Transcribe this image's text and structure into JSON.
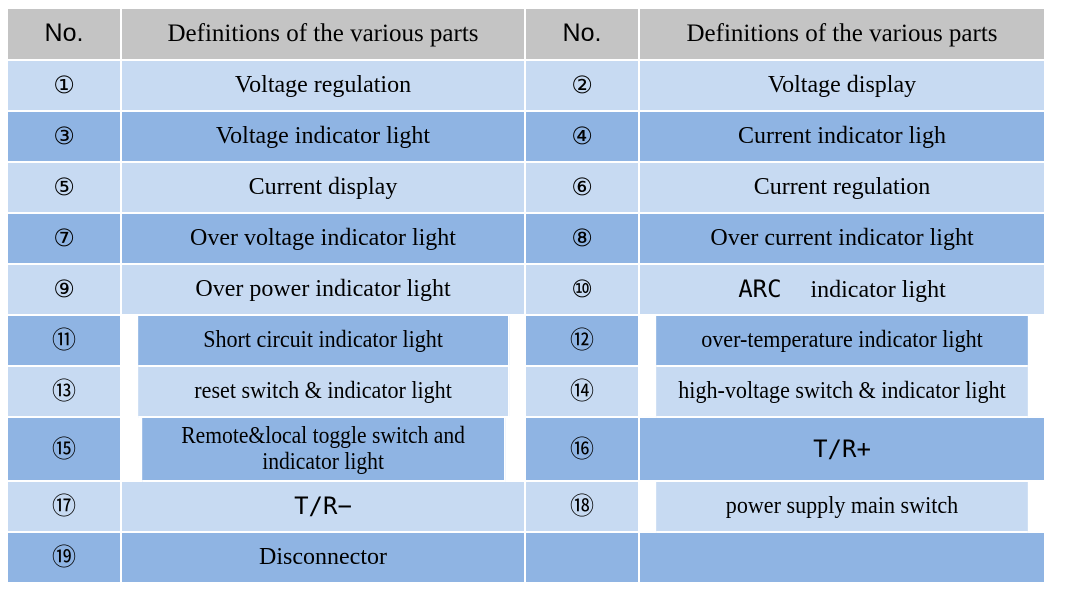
{
  "table": {
    "headers": {
      "no": "No.",
      "definitions": "Definitions of the various parts"
    },
    "rows": [
      {
        "left": {
          "no": "①",
          "def": "Voltage regulation"
        },
        "right": {
          "no": "②",
          "def": "Voltage display"
        },
        "shade": "light"
      },
      {
        "left": {
          "no": "③",
          "def": "Voltage indicator light"
        },
        "right": {
          "no": "④",
          "def": "Current indicator ligh"
        },
        "shade": "dark"
      },
      {
        "left": {
          "no": "⑤",
          "def": "Current display"
        },
        "right": {
          "no": "⑥",
          "def": "Current regulation"
        },
        "shade": "light"
      },
      {
        "left": {
          "no": "⑦",
          "def": "Over voltage indicator light"
        },
        "right": {
          "no": "⑧",
          "def": "Over current indicator light"
        },
        "shade": "dark"
      },
      {
        "left": {
          "no": "⑨",
          "def": "Over power indicator light"
        },
        "right": {
          "no": "⑩",
          "def": "ARC",
          "def_suffix": "indicator light",
          "style": "mono"
        },
        "shade": "light"
      },
      {
        "left": {
          "no": "⑪",
          "def": "Short circuit indicator light",
          "style": "condensed"
        },
        "right": {
          "no": "⑫",
          "def": "over-temperature indicator light",
          "style": "condensed"
        },
        "shade": "dark"
      },
      {
        "left": {
          "no": "⑬",
          "def": "reset switch & indicator light",
          "style": "condensed"
        },
        "right": {
          "no": "⑭",
          "def": "high-voltage switch & indicator light",
          "style": "condensed"
        },
        "shade": "light"
      },
      {
        "left": {
          "no": "⑮",
          "def": "Remote&local toggle switch and indicator light",
          "style": "two-line"
        },
        "right": {
          "no": "⑯",
          "def": "T/R+",
          "style": "mono"
        },
        "shade": "dark",
        "tall": true
      },
      {
        "left": {
          "no": "⑰",
          "def": "T/R−",
          "style": "mono"
        },
        "right": {
          "no": "⑱",
          "def": "power supply main switch",
          "style": "condensed"
        },
        "shade": "light"
      },
      {
        "left": {
          "no": "⑲",
          "def": "Disconnector"
        },
        "right": {
          "no": "",
          "def": ""
        },
        "shade": "dark"
      }
    ],
    "colors": {
      "header_bg": "#c4c4c4",
      "row_dark_bg": "#8fb4e3",
      "row_light_bg": "#c7daf2",
      "gridline": "#ffffff",
      "text": "#000000"
    }
  }
}
